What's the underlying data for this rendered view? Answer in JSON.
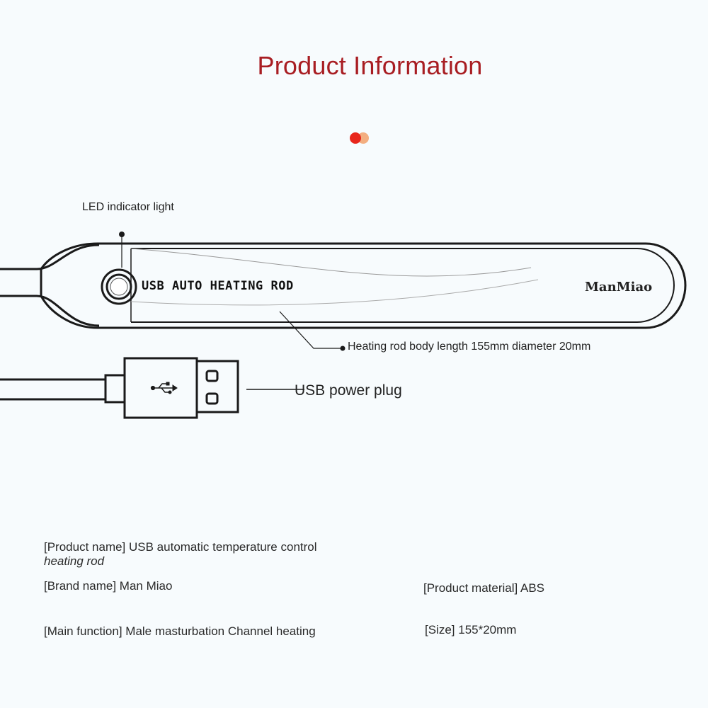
{
  "header": {
    "title": "Product Information"
  },
  "diagram": {
    "rod_print": "USB AUTO HEATING ROD",
    "brand_print": "ManMiao",
    "usb_symbol": "usb-symbol",
    "callouts": {
      "led": "LED indicator light",
      "body": "Heating rod body length 155mm diameter 20mm",
      "plug": "USB power plug"
    }
  },
  "specs": {
    "product_name": "[Product name] USB automatic temperature control",
    "product_name_cont": "heating rod",
    "brand_name": "[Brand name] Man Miao",
    "product_material": "[Product material] ABS",
    "main_function": "[Main function] Male masturbation Channel heating",
    "size": "[Size] 155*20mm"
  },
  "colors": {
    "title": "#a81d22",
    "dot_red": "#e8261c",
    "dot_orange": "#f2a06a",
    "line": "#1a1a1a"
  }
}
